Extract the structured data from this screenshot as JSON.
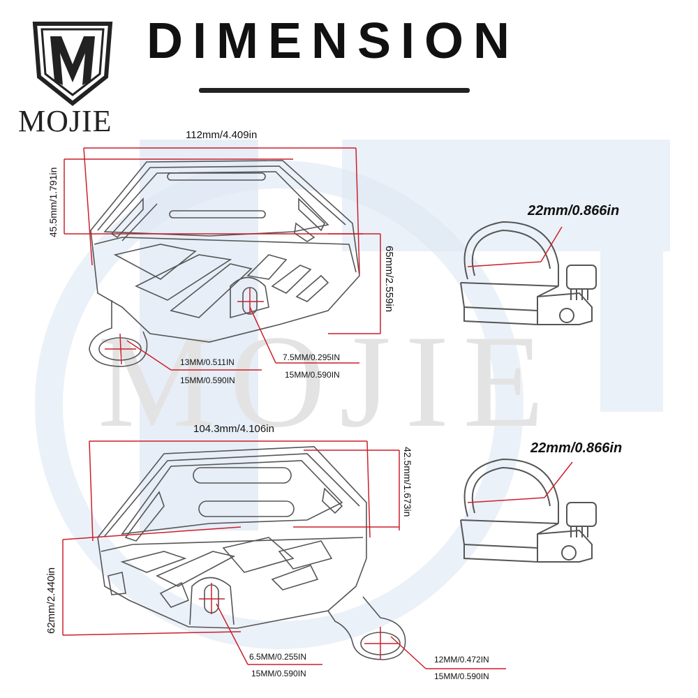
{
  "header": {
    "title": "DIMENSION",
    "brand": "MOJIE",
    "logo_icon": "shield-m-logo-icon",
    "watermark": "MOJIE"
  },
  "colors": {
    "dimension_line": "#cc1f2a",
    "outline": "#555555",
    "text": "#111111"
  },
  "guard_top": {
    "width_label": "112mm/4.409in",
    "height_label": "45.5mm/1.791in",
    "depth_label": "65mm/2.559in",
    "left_hole_labels": [
      "13MM/0.511IN",
      "15MM/0.590IN"
    ],
    "slot_labels": [
      "7.5MM/0.295IN",
      "15MM/0.590IN"
    ]
  },
  "guard_bottom": {
    "width_label": "104.3mm/4.106in",
    "height_label": "42.5mm/1.673in",
    "depth_label": "62mm/2.440in",
    "slot_labels": [
      "6.5MM/0.255IN",
      "15MM/0.590IN"
    ],
    "right_hole_labels": [
      "12MM/0.472IN",
      "15MM/0.590IN"
    ]
  },
  "clamp_top": {
    "label": "22mm/0.866in"
  },
  "clamp_bottom": {
    "label": "22mm/0.866in"
  }
}
